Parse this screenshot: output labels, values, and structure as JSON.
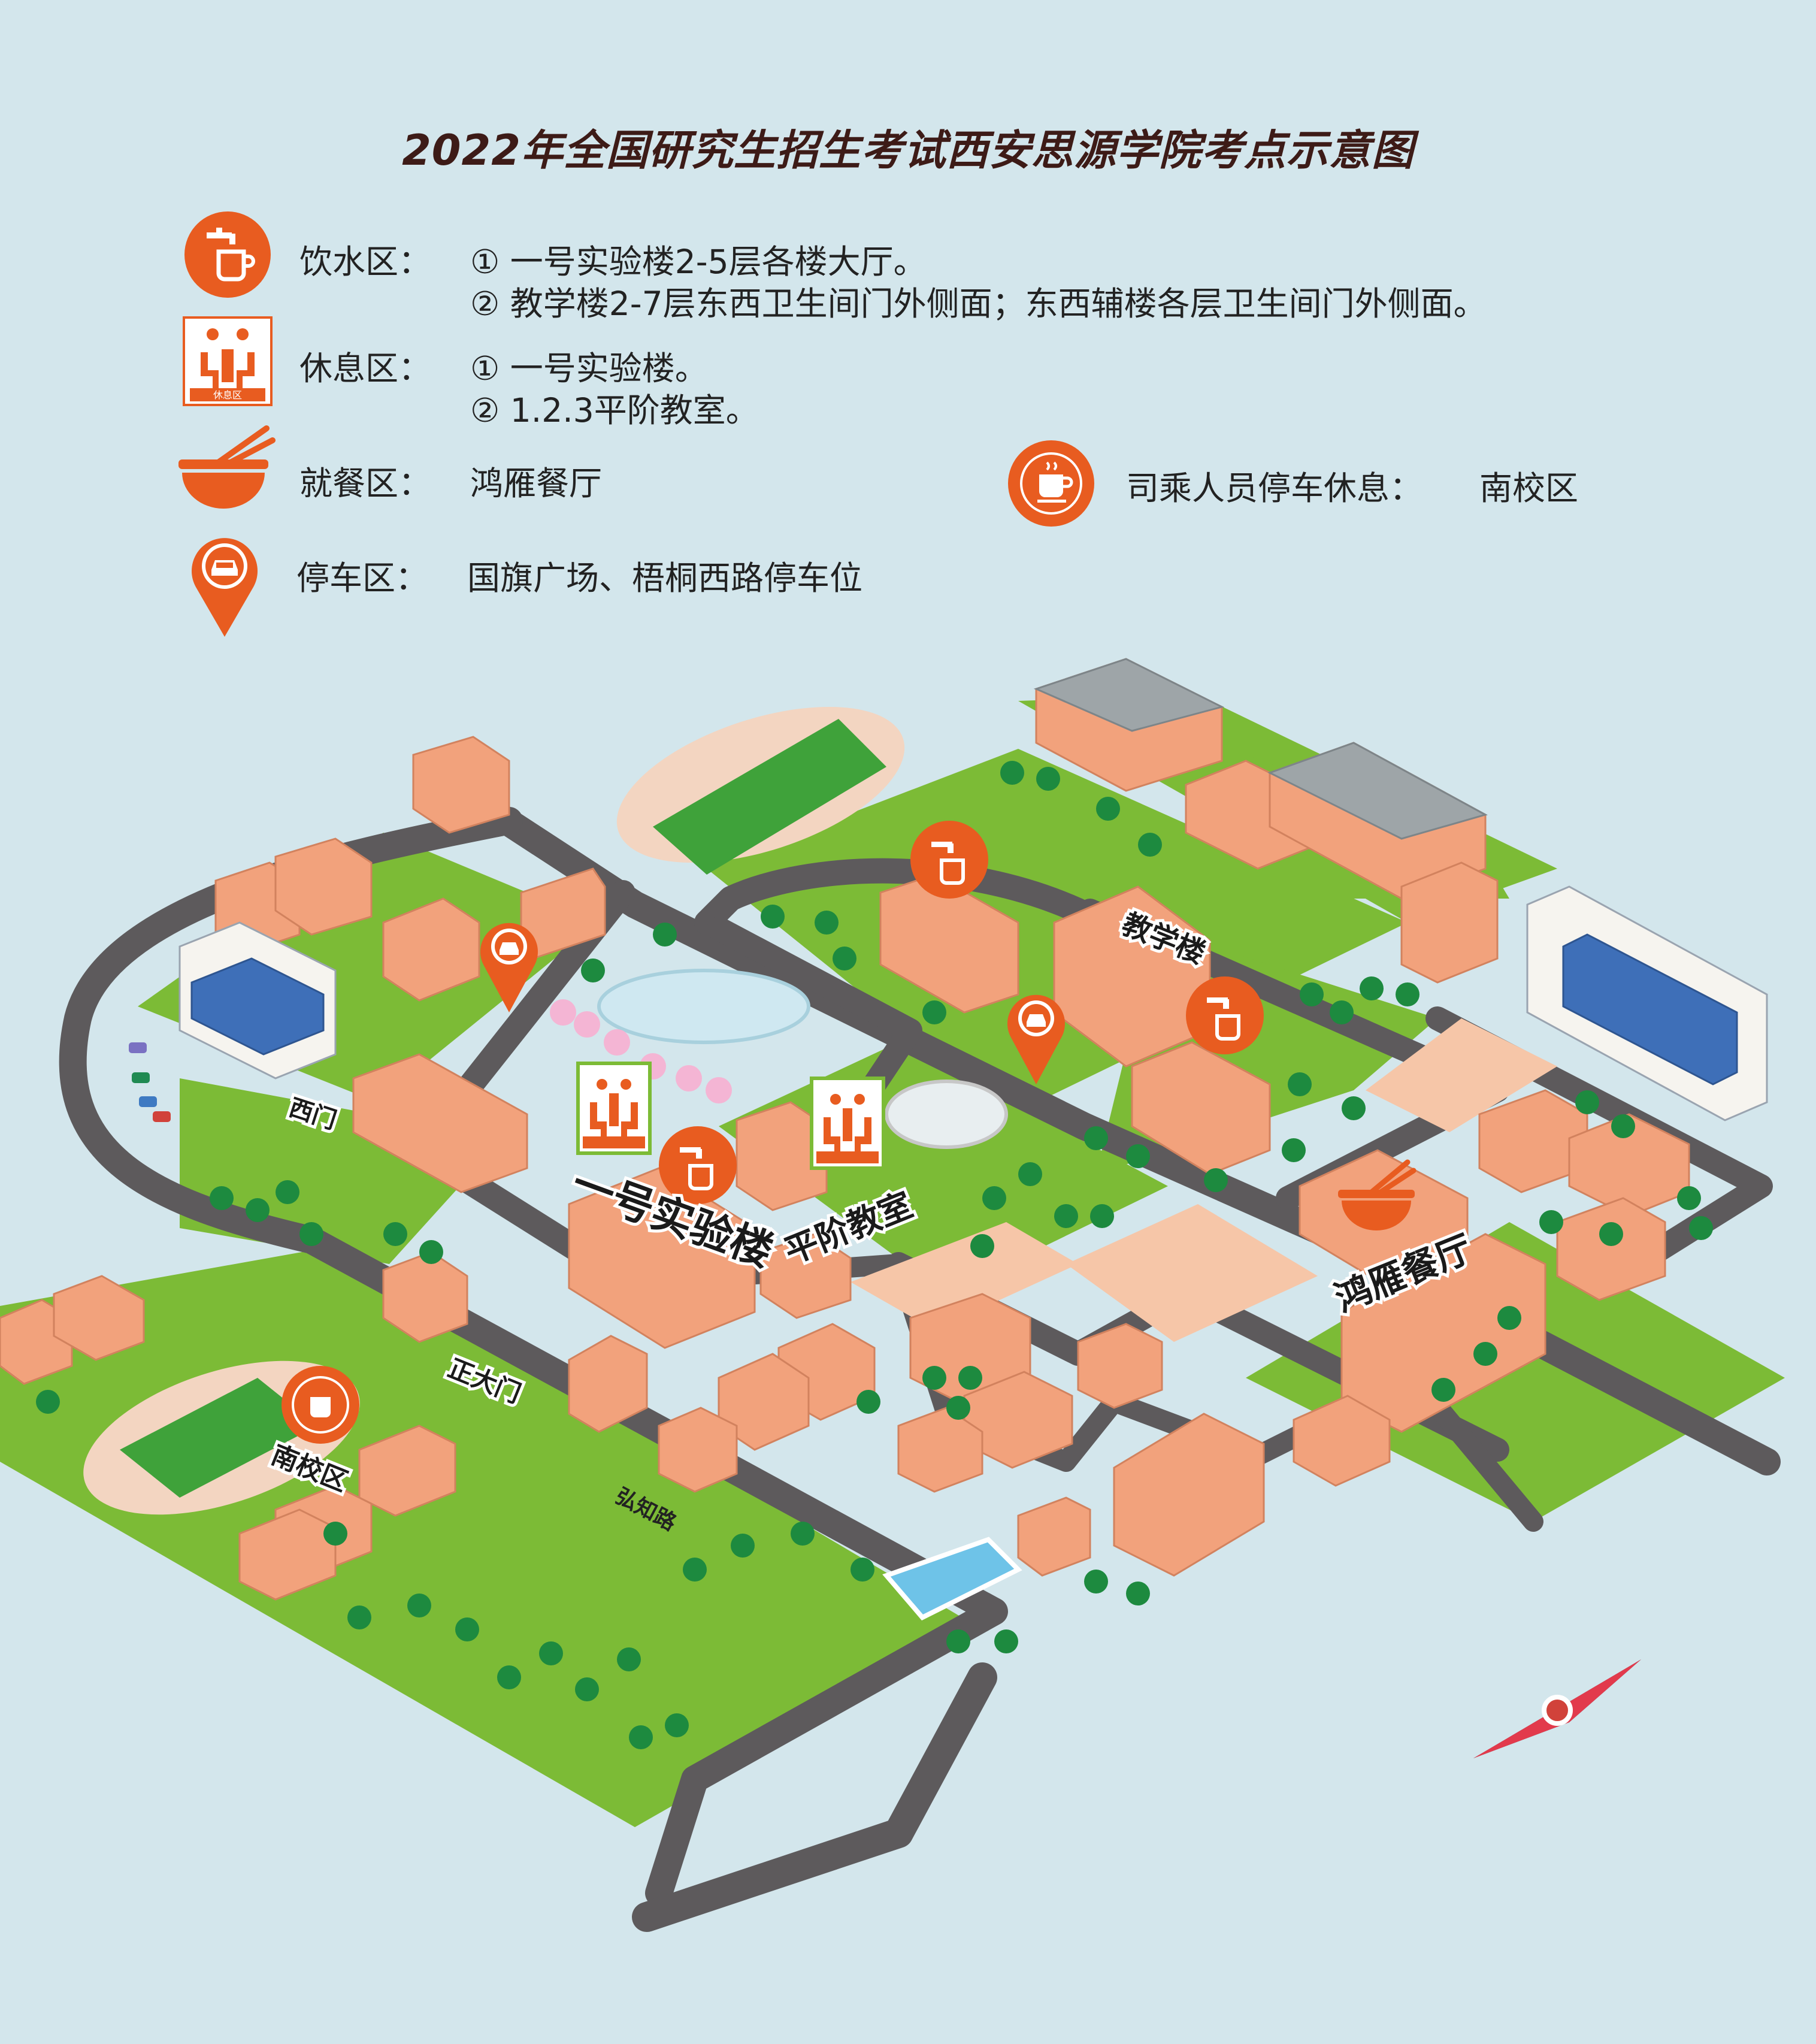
{
  "title": "2022年全国研究生招生考试西安思源学院考点示意图",
  "legend": {
    "water": {
      "icon": "water-tap-icon",
      "label": "饮水区：",
      "lines": [
        "① 一号实验楼2-5层各楼大厅。",
        "② 教学楼2-7层东西卫生间门外侧面；东西辅楼各层卫生间门外侧面。"
      ]
    },
    "rest": {
      "icon": "rest-area-icon",
      "icon_text": "休息区",
      "label": "休息区：",
      "lines": [
        "① 一号实验楼。",
        "② 1.2.3平阶教室。"
      ]
    },
    "dining": {
      "icon": "bowl-chopsticks-icon",
      "label": "就餐区：",
      "value": "鸿雁餐厅"
    },
    "driver": {
      "icon": "coffee-cup-icon",
      "label": "司乘人员停车休息：",
      "value": "南校区"
    },
    "parking": {
      "icon": "car-pin-icon",
      "label": "停车区：",
      "value": "国旗广场、梧桐西路停车位"
    }
  },
  "map": {
    "labels": {
      "teaching": "教学楼",
      "lab1": "一号实验楼",
      "lecture": "平阶教室",
      "dining": "鸿雁餐厅",
      "south_campus": "南校区",
      "west_gate": "西门",
      "main_gate": "正大门",
      "road": "弘知路"
    },
    "colors": {
      "accent": "#e85c20",
      "grass": "#7cbb36",
      "road": "#5d5a5c",
      "building": "#f2a27c",
      "water": "#d3e6ec"
    }
  }
}
